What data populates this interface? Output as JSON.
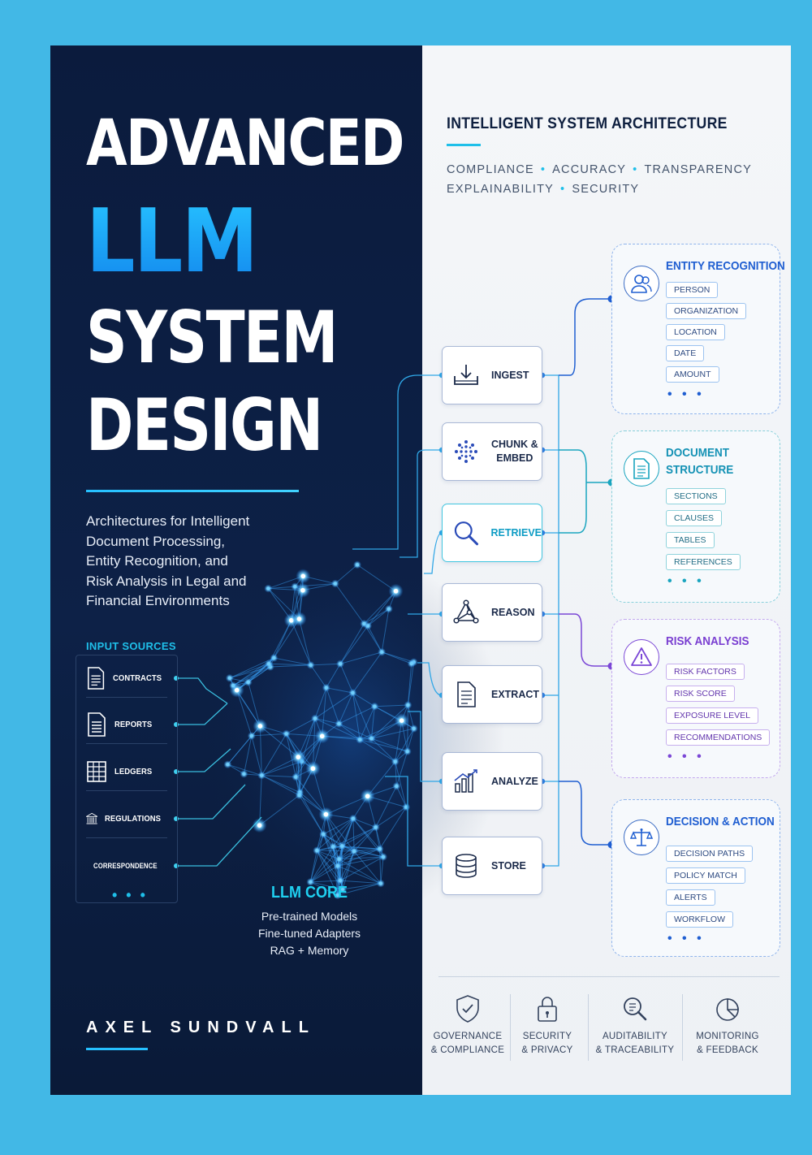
{
  "title": {
    "line1": "ADVANCED",
    "line2": "LLM",
    "line3": "SYSTEM",
    "line4": "DESIGN"
  },
  "subtitle": [
    "Architectures for Intelligent",
    "Document Processing,",
    "Entity Recognition, and",
    "Risk Analysis in Legal and",
    "Financial Environments"
  ],
  "input_sources": {
    "heading": "INPUT SOURCES",
    "items": [
      "CONTRACTS",
      "REPORTS",
      "LEDGERS",
      "REGULATIONS",
      "CORRESPONDENCE"
    ],
    "more": "• • •"
  },
  "llm_core": {
    "title": "LLM CORE",
    "lines": [
      "Pre-trained Models",
      "Fine-tuned Adapters",
      "RAG + Memory"
    ]
  },
  "author": "AXEL SUNDVALL",
  "architecture": {
    "heading": "INTELLIGENT SYSTEM ARCHITECTURE",
    "tags_row1": [
      "COMPLIANCE",
      "ACCURACY",
      "TRANSPARENCY"
    ],
    "tags_row2": [
      "EXPLAINABILITY",
      "SECURITY"
    ],
    "steps": [
      "INGEST",
      "CHUNK &",
      "EMBED",
      "RETRIEVE",
      "REASON",
      "EXTRACT",
      "ANALYZE",
      "STORE"
    ]
  },
  "panels": {
    "entity": {
      "title": "ENTITY RECOGNITION",
      "chips": [
        "PERSON",
        "ORGANIZATION",
        "LOCATION",
        "DATE",
        "AMOUNT"
      ],
      "more": "• • •"
    },
    "docstruct": {
      "title1": "DOCUMENT",
      "title2": "STRUCTURE",
      "chips": [
        "SECTIONS",
        "CLAUSES",
        "TABLES",
        "REFERENCES"
      ],
      "more": "• • •"
    },
    "risk": {
      "title": "RISK ANALYSIS",
      "chips": [
        "RISK FACTORS",
        "RISK SCORE",
        "EXPOSURE LEVEL",
        "RECOMMENDATIONS"
      ],
      "more": "• • •"
    },
    "decision": {
      "title": "DECISION & ACTION",
      "chips": [
        "DECISION PATHS",
        "POLICY MATCH",
        "ALERTS",
        "WORKFLOW"
      ],
      "more": "• • •"
    }
  },
  "footer": [
    {
      "line1": "GOVERNANCE",
      "line2": "& COMPLIANCE"
    },
    {
      "line1": "SECURITY",
      "line2": "& PRIVACY"
    },
    {
      "line1": "AUDITABILITY",
      "line2": "& TRACEABILITY"
    },
    {
      "line1": "MONITORING",
      "line2": "& FEEDBACK"
    }
  ],
  "colors": {
    "frame": "#42b8e6",
    "navy": "#0b1b3d",
    "accent": "#1aa9f3",
    "teal": "#1aa5bf",
    "purple": "#7b47d6",
    "blue": "#1f5ed1"
  }
}
